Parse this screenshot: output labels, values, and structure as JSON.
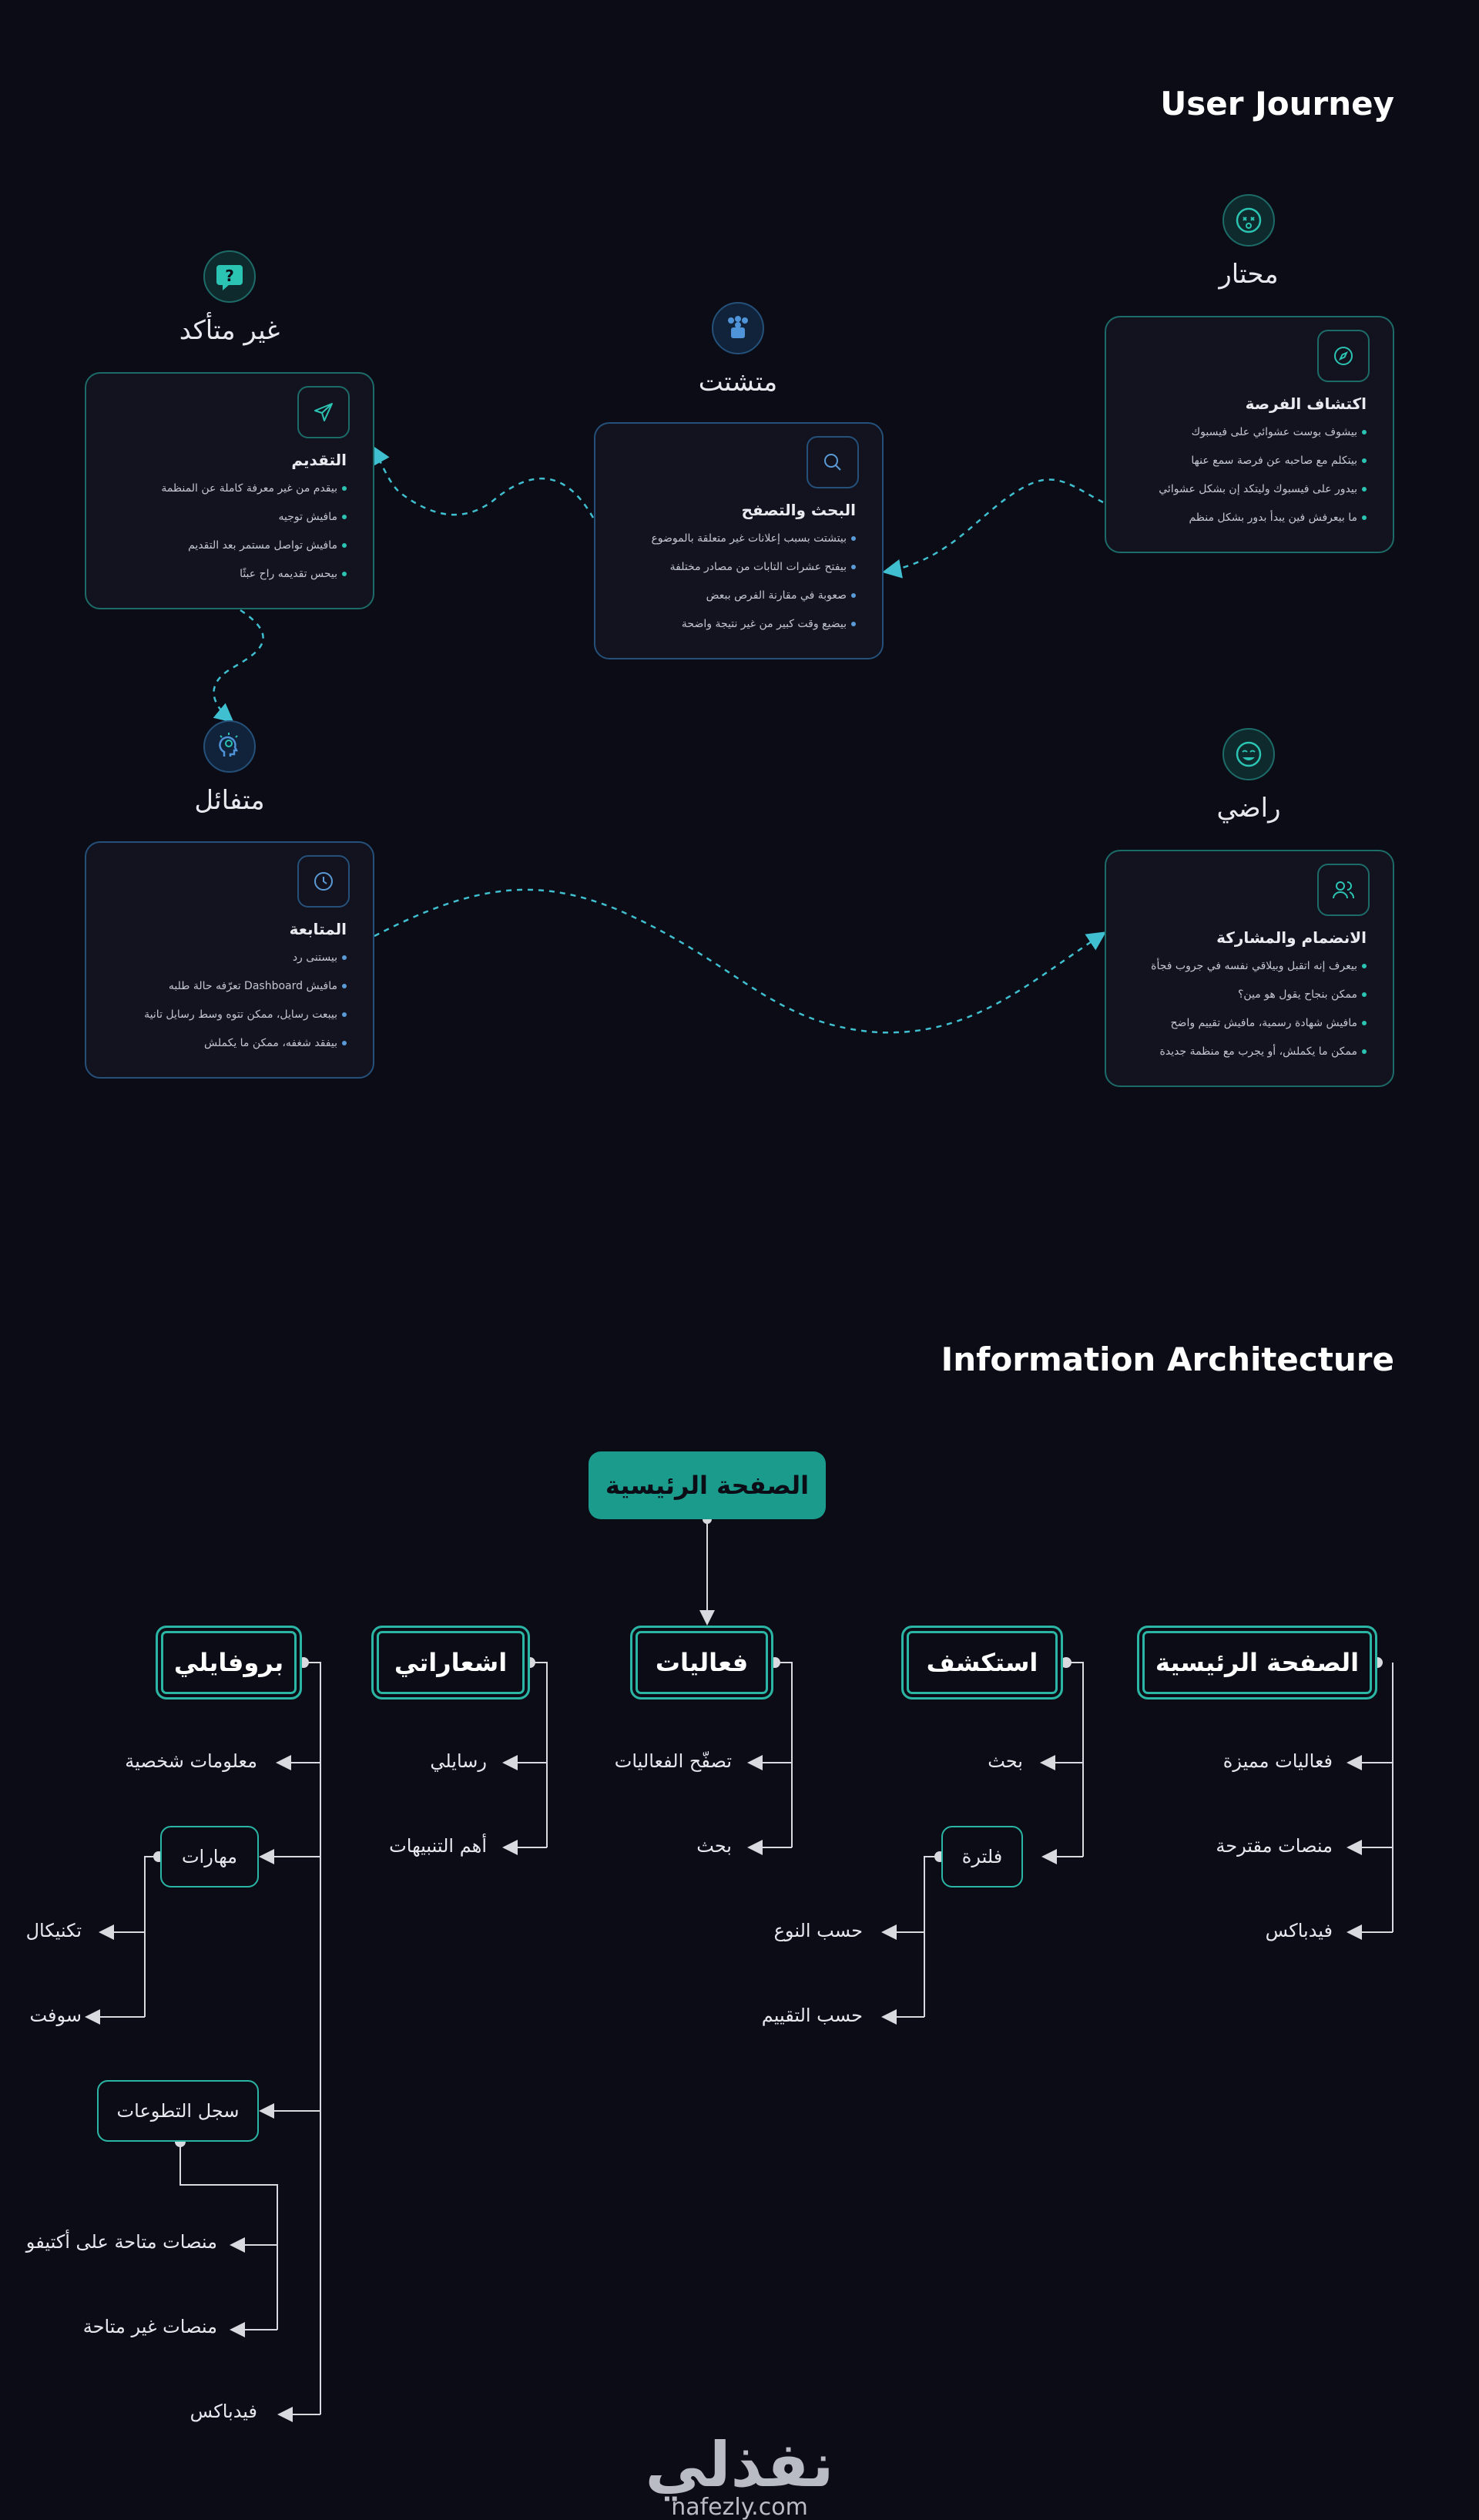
{
  "journey": {
    "title": "User Journey",
    "stages": [
      {
        "emotion": "محتار",
        "emotion_icon": "dizzy-face-icon",
        "card_icon": "compass-icon",
        "title": "اكتشاف الفرصة",
        "bullets": [
          "بيشوف بوست عشوائي على فيسبوك",
          "بيتكلم مع صاحبه عن فرصة سمع عنها",
          "بيدور على فيسبوك وليتكد إن بشكل عشوائي",
          "ما بيعرفش فين يبدأ بدور بشكل منظم"
        ]
      },
      {
        "emotion": "متشتت",
        "emotion_icon": "scattered-people-icon",
        "card_icon": "search-icon",
        "title": "البحث والتصفح",
        "bullets": [
          "بيتشتت بسبب إعلانات غير متعلقة بالموضوع",
          "بيفتح عشرات التابات من مصادر مختلفة",
          "صعوبة في مقارنة الفرص ببعض",
          "بيضيع وقت كبير من غير نتيجة واضحة"
        ]
      },
      {
        "emotion": "غير متأكد",
        "emotion_icon": "question-bubble-icon",
        "card_icon": "send-icon",
        "title": "التقديم",
        "bullets": [
          "بيقدم من غير معرفة كاملة عن المنظمة",
          "مافيش توجيه",
          "مافيش تواصل مستمر بعد التقديم",
          "بيحس تقديمه راح عبثًا"
        ]
      },
      {
        "emotion": "متفائل",
        "emotion_icon": "hopeful-head-icon",
        "card_icon": "clock-icon",
        "title": "المتابعة",
        "bullets": [
          "بيستنى رد",
          "مافيش Dashboard تعرّفه حالة طلبه",
          "بيبعت رسايل، ممكن تتوه وسط رسايل تانية",
          "بيفقد شغفه، ممكن ما يكملش"
        ]
      },
      {
        "emotion": "راضي",
        "emotion_icon": "content-face-icon",
        "card_icon": "users-icon",
        "title": "الانضمام والمشاركة",
        "bullets": [
          "بيعرف إنه اتقبل وبيلاقي نفسه في جروب فجأة",
          "ممكن بنجاح يقول هو مين؟",
          "مافيش شهادة رسمية، مافيش تقييم واضح",
          "ممكن ما يكملش، أو يجرب مع منظمة جديدة"
        ]
      }
    ]
  },
  "ia": {
    "title": "Information Architecture",
    "root": "الصفحة الرئيسية",
    "sections": [
      {
        "label": "الصفحة الرئيسية",
        "children": [
          "فعاليات مميزة",
          "منصات مقترحة",
          "فيدباكس"
        ]
      },
      {
        "label": "استكشف",
        "children": [
          "بحث"
        ],
        "filter": {
          "label": "فلترة",
          "children": [
            "حسب النوع",
            "حسب التقييم"
          ]
        }
      },
      {
        "label": "فعاليات",
        "children": [
          "تصفّح الفعاليات",
          "بحث"
        ]
      },
      {
        "label": "اشعاراتي",
        "children": [
          "رسايلي",
          "أهم التنبيهات"
        ]
      },
      {
        "label": "بروفايلي",
        "children": [
          "معلومات شخصية",
          "فيدباكس"
        ],
        "skills": {
          "label": "مهارات",
          "children": [
            "تكنيكال",
            "سوفت"
          ]
        },
        "volunteering": {
          "label": "سجل التطوعات",
          "children": [
            "منصات متاحة على أكتيفو",
            "منصات غير متاحة"
          ]
        }
      }
    ]
  },
  "footer": {
    "logo_ar": "نفذلي",
    "logo_en": "nafezly.com"
  },
  "colors": {
    "background": "#0b0c15",
    "teal": "#2bb5a5",
    "blue": "#24507a",
    "root_fill": "#1a9b8c"
  }
}
